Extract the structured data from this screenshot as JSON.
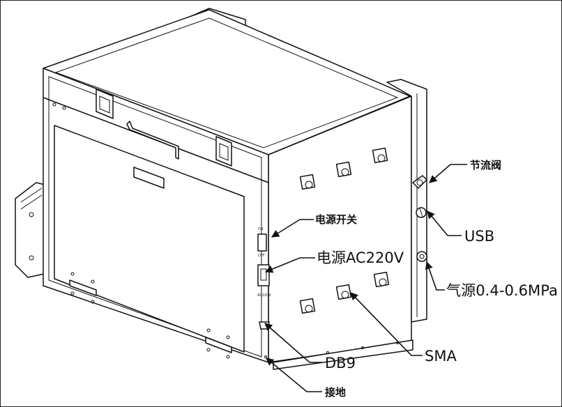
{
  "labels": {
    "throttle": "节流阀",
    "power_switch": "电源开关",
    "usb": "USB",
    "power_ac": "电源AC220V",
    "air_source": "气源0.4-0.6MPa",
    "sma": "SMA",
    "db9": "DB9",
    "ground": "接地"
  },
  "panel_marks": {
    "on": "ON",
    "off": "OFF",
    "ac": "AC220V"
  }
}
